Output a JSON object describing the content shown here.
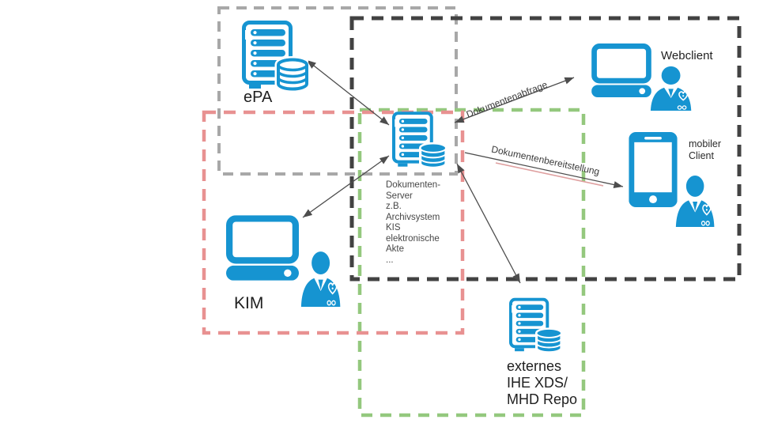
{
  "nodes": {
    "epa": {
      "label": "ePA"
    },
    "dokumenten_server": {
      "label": "Dokumenten-\nServer\nz.B.\nArchivsystem\nKIS\nelektronische\nAkte\n..."
    },
    "webclient": {
      "label": "Webclient"
    },
    "mobiler_client": {
      "label": "mobiler\nClient"
    },
    "kim": {
      "label": "KIM"
    },
    "externes_repo": {
      "label": "externes\nIHE XDS/\nMHD Repo"
    }
  },
  "edges": {
    "dokumentenabfrage": {
      "label": "Dokumentenabfrage"
    },
    "dokumentenbereitstellung": {
      "label": "Dokumentenbereitstellung"
    }
  },
  "colors": {
    "icon_blue": "#1694d1",
    "zone_gray": "#a8a8a8",
    "zone_black": "#424242",
    "zone_red": "#e89191",
    "zone_green": "#94c87e",
    "arrow": "#4d4d4d",
    "underline_red": "#dfa0a0"
  }
}
